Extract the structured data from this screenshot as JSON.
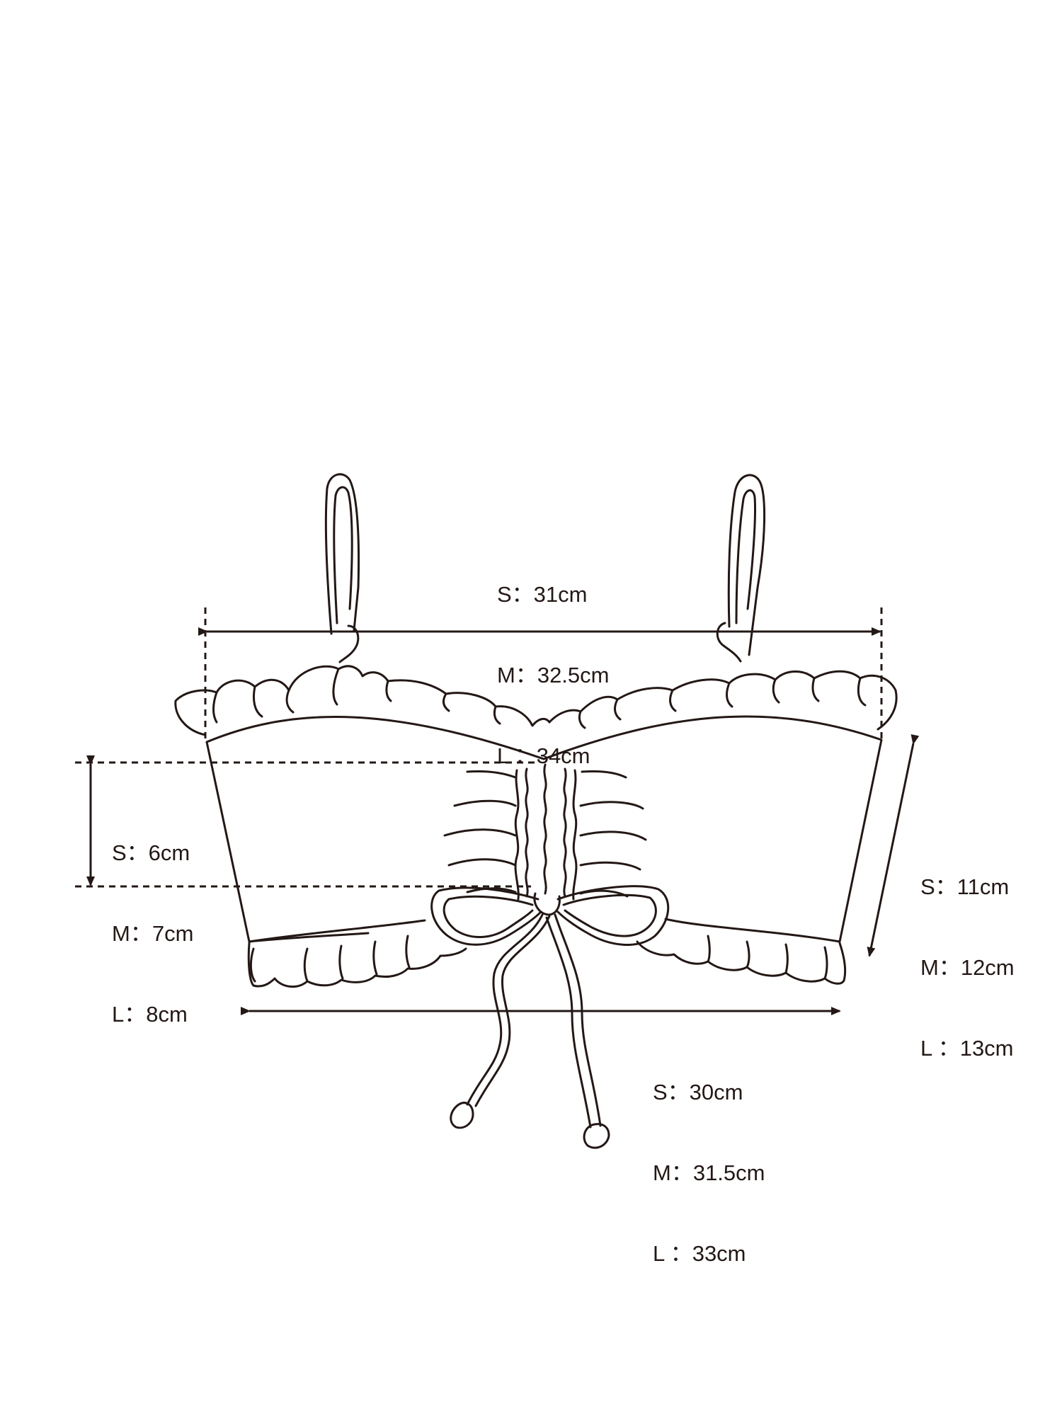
{
  "colors": {
    "line": "#231815",
    "background": "#ffffff"
  },
  "measurements": {
    "top_width": {
      "lines": [
        "S：31cm",
        "M：32.5cm",
        "L ：34cm"
      ]
    },
    "center_height": {
      "lines": [
        "S：6cm",
        "M：7cm",
        "L：8cm"
      ]
    },
    "side_height": {
      "lines": [
        "S：11cm",
        "M：12cm",
        "L ：13cm"
      ]
    },
    "bottom_width": {
      "lines": [
        "S：30cm",
        "M：31.5cm",
        "L ：33cm"
      ]
    }
  }
}
